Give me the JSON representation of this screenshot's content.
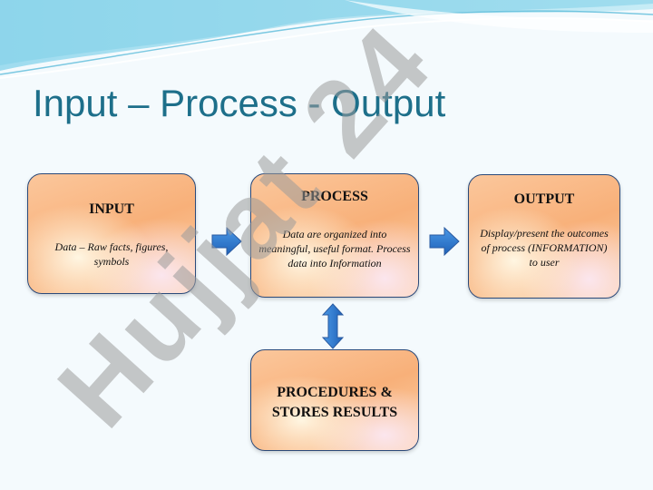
{
  "slide": {
    "title": "Input – Process - Output"
  },
  "watermark": {
    "text": "Hujjat 24",
    "color": "#9b9b9b",
    "accent_color": "#b9a6f2"
  },
  "boxes": {
    "input": {
      "heading": "INPUT",
      "body": "Data – Raw facts, figures, symbols"
    },
    "process": {
      "heading": "PROCESS",
      "body": "Data are organized into meaningful, useful format. Process data into Information"
    },
    "output": {
      "heading": "OUTPUT",
      "body": "Display/present the outcomes of process (INFORMATION) to user"
    },
    "procedures": {
      "heading_line1": "PROCEDURES &",
      "heading_line2": "STORES RESULTS"
    }
  },
  "colors": {
    "title": "#1d6f8a",
    "arrow": "#2e7bd1",
    "box_border": "#2b4a7a",
    "box_fill": "#f8b079"
  }
}
